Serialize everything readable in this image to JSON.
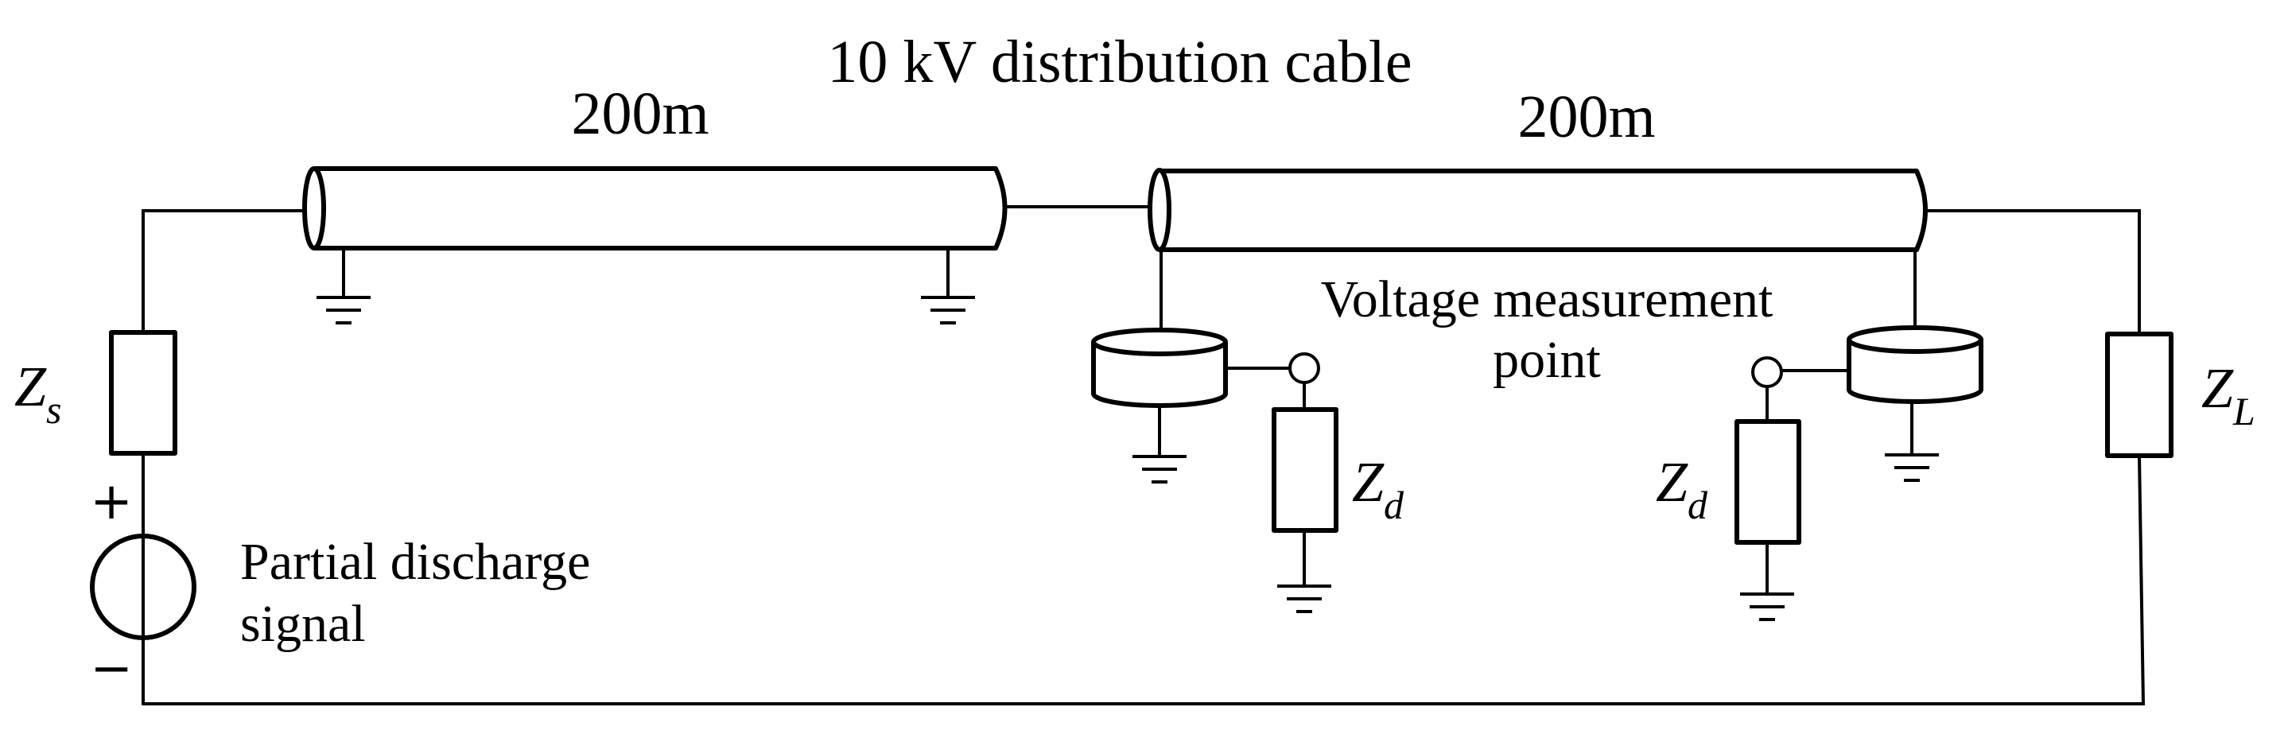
{
  "title": "10 kV distribution cable",
  "cable_1_length": "200m",
  "cable_2_length": "200m",
  "measurement_label_line1": "Voltage measurement",
  "measurement_label_line2": "point",
  "source_label_line1": "Partial discharge",
  "source_label_line2": "signal",
  "source_plus": "+",
  "source_minus": "−",
  "zs_base": "Z",
  "zs_sub": "s",
  "zl_base": "Z",
  "zl_sub": "L",
  "zd_left_base": "Z",
  "zd_left_sub": "d",
  "zd_right_base": "Z",
  "zd_right_sub": "d"
}
